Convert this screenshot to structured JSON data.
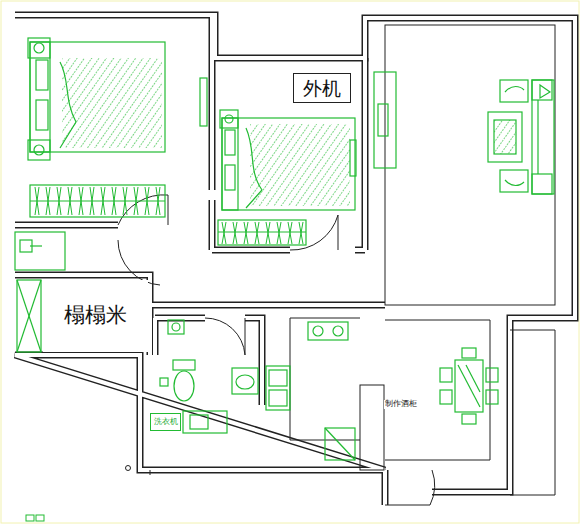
{
  "diagram": {
    "nodes": [
      {
        "text": [
          "外机"
        ]
      },
      {
        "text": [
          "榻榻米"
        ]
      },
      {
        "text": [
          "洗衣机"
        ]
      }
    ],
    "labels": [
      "制作酒柜"
    ]
  }
}
